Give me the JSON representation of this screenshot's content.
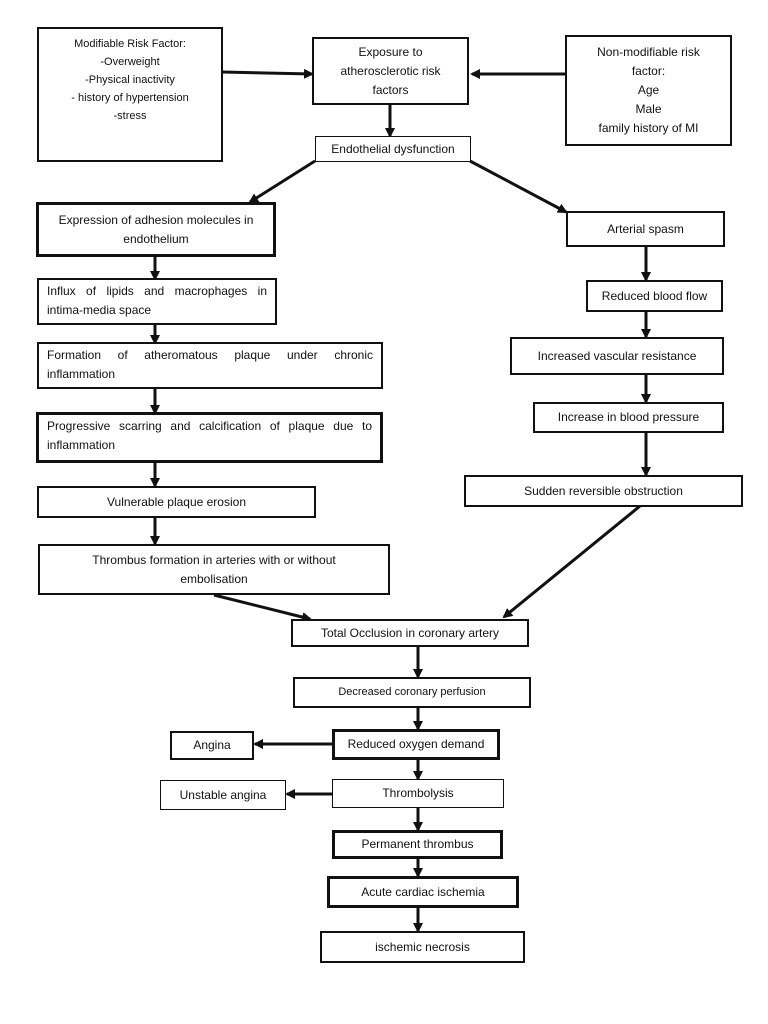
{
  "modifiable": {
    "lines": [
      "Modifiable Risk Factor:",
      "-Overweight",
      "-Physical inactivity",
      "- history of hypertension",
      "-stress"
    ]
  },
  "exposure": {
    "lines": [
      "Exposure to",
      "atherosclerotic risk",
      "factors"
    ]
  },
  "nonmodifiable": {
    "lines": [
      "Non-modifiable risk",
      "factor:",
      "Age",
      "Male",
      "family history of MI"
    ]
  },
  "endothelial": "Endothelial dysfunction",
  "left_branch": {
    "adhesion": [
      "Expression of adhesion molecules in",
      "endothelium"
    ],
    "influx": [
      "Influx of lipids and macrophages in",
      "intima-media space"
    ],
    "formation": [
      "Formation of atheromatous plaque under chronic",
      "inflammation"
    ],
    "scarring": [
      "Progressive scarring and calcification of plaque due to",
      "inflammation"
    ],
    "erosion": "Vulnerable plaque erosion",
    "thrombus": [
      "Thrombus formation in arteries with or without",
      "embolisation"
    ]
  },
  "right_branch": {
    "spasm": "Arterial spasm",
    "flow": "Reduced blood flow",
    "resistance": "Increased vascular resistance",
    "pressure": "Increase in blood pressure",
    "obstruction": "Sudden reversible obstruction"
  },
  "bottom": {
    "occlusion": "Total Occlusion in coronary artery",
    "perfusion": "Decreased coronary perfusion",
    "oxygen": "Reduced oxygen demand",
    "angina": "Angina",
    "thrombolysis": "Thrombolysis",
    "unstable": "Unstable angina",
    "permanent": "Permanent thrombus",
    "ischemia": "Acute cardiac ischemia",
    "necrosis": "ischemic necrosis"
  }
}
